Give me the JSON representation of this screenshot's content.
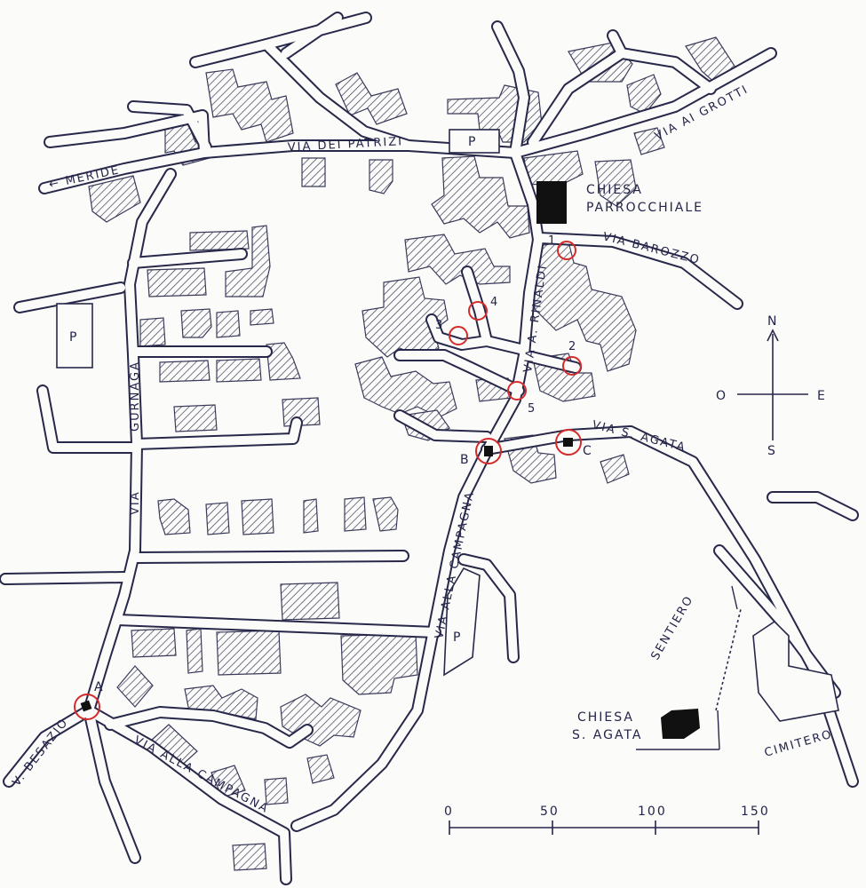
{
  "roads": {
    "via_dei_patrizi": "VIA DEI PATRIZI",
    "meride": "← MERIDE",
    "via_ai_grotti": "VIA AI GROTTI",
    "via_barozzo": "VIA BAROZZO",
    "via_rinaldi": "VIA A. RINALDI",
    "via_gurnaga": "VIA",
    "gurnaga": "GURNAGA",
    "via_s_agata": "VIA S. AGATA",
    "via_alla_campagna_north": "VIA ALLA CAMPAGNA",
    "via_alla_campagna_south": "VIA ALLA CAMPAGNA",
    "v_besazio": "V. BESAZIO",
    "sentiero": "SENTIERO",
    "cimitero": "CIMITERO"
  },
  "places": {
    "chiesa_parrocchiale_line1": "CHIESA",
    "chiesa_parrocchiale_line2": "PARROCCHIALE",
    "chiesa_s_agata_line1": "CHIESA",
    "chiesa_s_agata_line2": "S. AGATA"
  },
  "parking": [
    "P",
    "P",
    "P"
  ],
  "markers": [
    "1",
    "2",
    "3",
    "4",
    "5"
  ],
  "sites": [
    "A",
    "B",
    "C"
  ],
  "compass": {
    "north": "N",
    "south": "S",
    "east": "E",
    "west": "O"
  },
  "scale_bar": {
    "ticks": [
      "0",
      "50",
      "100",
      "150"
    ]
  },
  "colors": {
    "road_outline": "#27284a",
    "marker_circle": "#d42a2a",
    "building_hatch": "#3a3b5a",
    "church": "#111111"
  }
}
